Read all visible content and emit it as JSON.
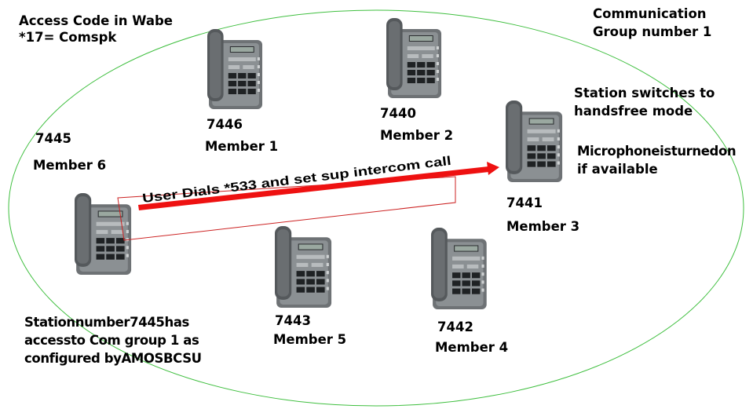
{
  "header_note": {
    "line1": "Access Code in Wabe",
    "line2": "*17= Comspk"
  },
  "group_title": {
    "line1": "Communication",
    "line2": "Group number 1"
  },
  "stations": [
    {
      "number": "7446",
      "member": "Member 1"
    },
    {
      "number": "7440",
      "member": "Member 2"
    },
    {
      "number": "7441",
      "member": "Member 3"
    },
    {
      "number": "7442",
      "member": "Member 4"
    },
    {
      "number": "7443",
      "member": "Member 5"
    },
    {
      "number": "7445",
      "member": "Member 6"
    }
  ],
  "handsfree_note": {
    "line1": "Station switches to",
    "line2": "handsfree mode"
  },
  "microphone_note": {
    "line1": "Microphoneisturnedon",
    "line2": "if available"
  },
  "call_label": "User Dials *533 and set sup intercom call",
  "caller_note": {
    "line1": "Stationnumber7445has",
    "line2": "accessto Com group 1 as",
    "line3": "configured byAMOSBCSU"
  },
  "colors": {
    "ellipse": "#3fbf3f",
    "arrow": "#ee1111",
    "call_box": "#cc2222",
    "phone": "#7d8184"
  },
  "icons": {
    "phone": "desk-telephone-icon"
  }
}
